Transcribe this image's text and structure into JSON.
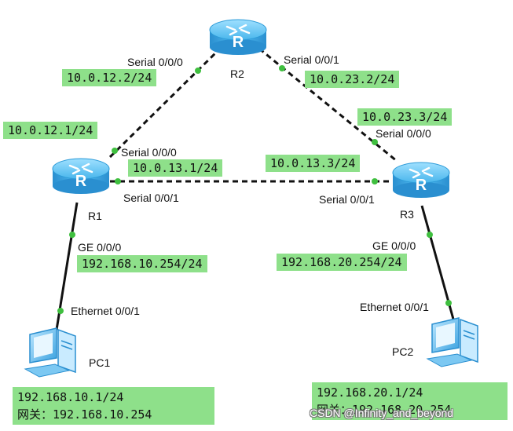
{
  "colors": {
    "label_bg": "#8ee08a",
    "link": "#111111",
    "port_dot": "#3fbf3f",
    "router_body": "#3aa9e6"
  },
  "devices": {
    "r1": {
      "name": "R1"
    },
    "r2": {
      "name": "R2"
    },
    "r3": {
      "name": "R3"
    },
    "pc1": {
      "name": "PC1"
    },
    "pc2": {
      "name": "PC2"
    }
  },
  "ports": {
    "r2_s000": "Serial 0/0/0",
    "r2_s001": "Serial 0/0/1",
    "r1_s000": "Serial 0/0/0",
    "r1_s001": "Serial 0/0/1",
    "r3_s000": "Serial 0/0/0",
    "r3_s001": "Serial 0/0/1",
    "r1_ge": "GE 0/0/0",
    "r3_ge": "GE 0/0/0",
    "pc1_eth": "Ethernet 0/0/1",
    "pc2_eth": "Ethernet 0/0/1"
  },
  "ips": {
    "r2_s000": "10.0.12.2/24",
    "r2_s001": "10.0.23.2/24",
    "r1_s000": "10.0.12.1/24",
    "r3_s000": "10.0.23.3/24",
    "r1_s001": "10.0.13.1/24",
    "r3_s001": "10.0.13.3/24",
    "r1_ge": "192.168.10.254/24",
    "r3_ge": "192.168.20.254/24"
  },
  "pcs": {
    "pc1": {
      "ip": "192.168.10.1/24",
      "gateway": "网关：192.168.10.254"
    },
    "pc2": {
      "ip": "192.168.20.1/24",
      "gateway": "网关：192.168.20.254"
    }
  },
  "watermark": "CSDN @Infinity_and_beyond"
}
